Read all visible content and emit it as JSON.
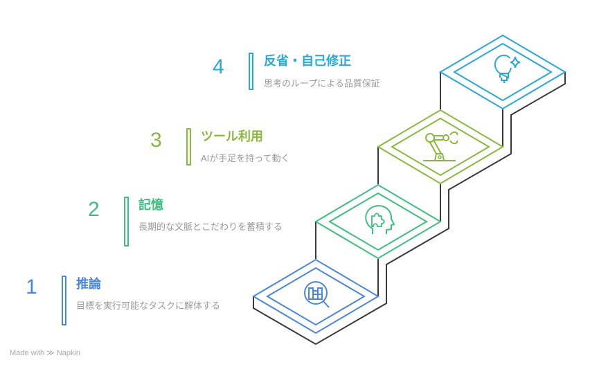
{
  "steps": [
    {
      "number": "1",
      "title": "推論",
      "description": "目標を実行可能なタスクに解体する",
      "color": "#4a86e0",
      "icon": "document-search-icon"
    },
    {
      "number": "2",
      "title": "記憶",
      "description": "長期的な文脈とこだわりを蓄積する",
      "color": "#3cbf7e",
      "icon": "head-puzzle-icon"
    },
    {
      "number": "3",
      "title": "ツール利用",
      "description": "AIが手足を持って動く",
      "color": "#8ab83a",
      "icon": "robot-arm-icon"
    },
    {
      "number": "4",
      "title": "反省・自己修正",
      "description": "思考のループによる品質保証",
      "color": "#27a8da",
      "icon": "lightbulb-sparkle-icon"
    }
  ],
  "outline_color": "#3a3a3a",
  "footer": {
    "text": "Made with",
    "brand": "Napkin"
  }
}
